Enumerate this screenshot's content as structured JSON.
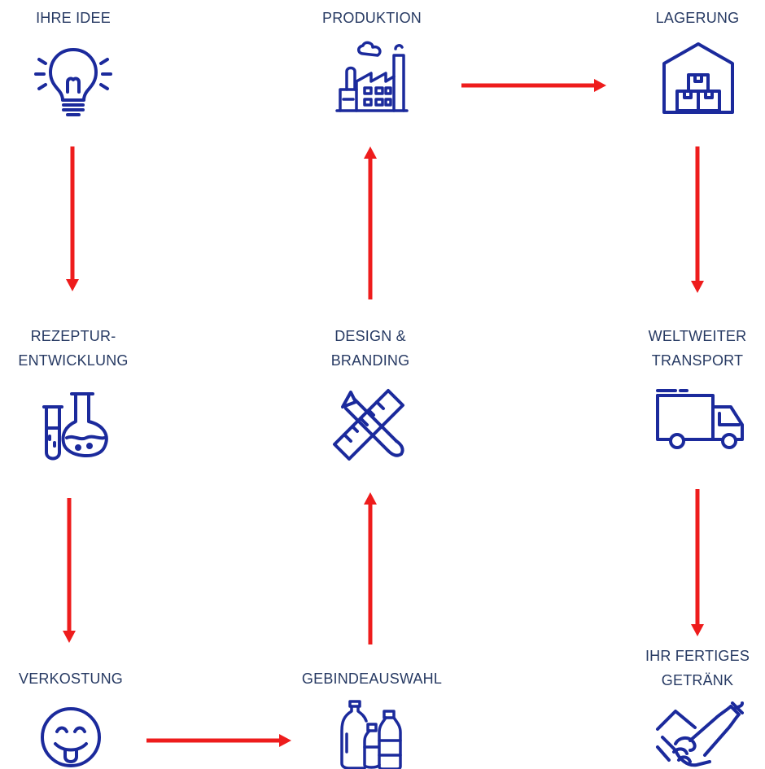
{
  "colors": {
    "icon": "#1b2a9c",
    "arrow": "#ee1c1c",
    "label": "#273a63"
  },
  "steps": [
    {
      "id": "idea",
      "icon": "lightbulb-icon",
      "label": [
        "IHRE IDEE"
      ]
    },
    {
      "id": "recipe",
      "icon": "lab-flask-icon",
      "label": [
        "REZEPTUR-",
        "ENTWICKLUNG"
      ]
    },
    {
      "id": "tasting",
      "icon": "tongue-face-icon",
      "label": [
        "VERKOSTUNG"
      ]
    },
    {
      "id": "container",
      "icon": "bottles-icon",
      "label": [
        "GEBINDEAUSWAHL"
      ]
    },
    {
      "id": "design",
      "icon": "pencil-ruler-icon",
      "label": [
        "DESIGN &",
        "BRANDING"
      ]
    },
    {
      "id": "production",
      "icon": "factory-icon",
      "label": [
        "PRODUKTION"
      ]
    },
    {
      "id": "storage",
      "icon": "warehouse-icon",
      "label": [
        "LAGERUNG"
      ]
    },
    {
      "id": "transport",
      "icon": "truck-icon",
      "label": [
        "WELTWEITER",
        "TRANSPORT"
      ]
    },
    {
      "id": "product",
      "icon": "champagne-hand-icon",
      "label": [
        "IHR FERTIGES",
        "GETRÄNK"
      ]
    }
  ],
  "connections": [
    {
      "from": "idea",
      "to": "recipe"
    },
    {
      "from": "recipe",
      "to": "tasting"
    },
    {
      "from": "tasting",
      "to": "container"
    },
    {
      "from": "container",
      "to": "design"
    },
    {
      "from": "design",
      "to": "production"
    },
    {
      "from": "production",
      "to": "storage"
    },
    {
      "from": "storage",
      "to": "transport"
    },
    {
      "from": "transport",
      "to": "product"
    }
  ]
}
